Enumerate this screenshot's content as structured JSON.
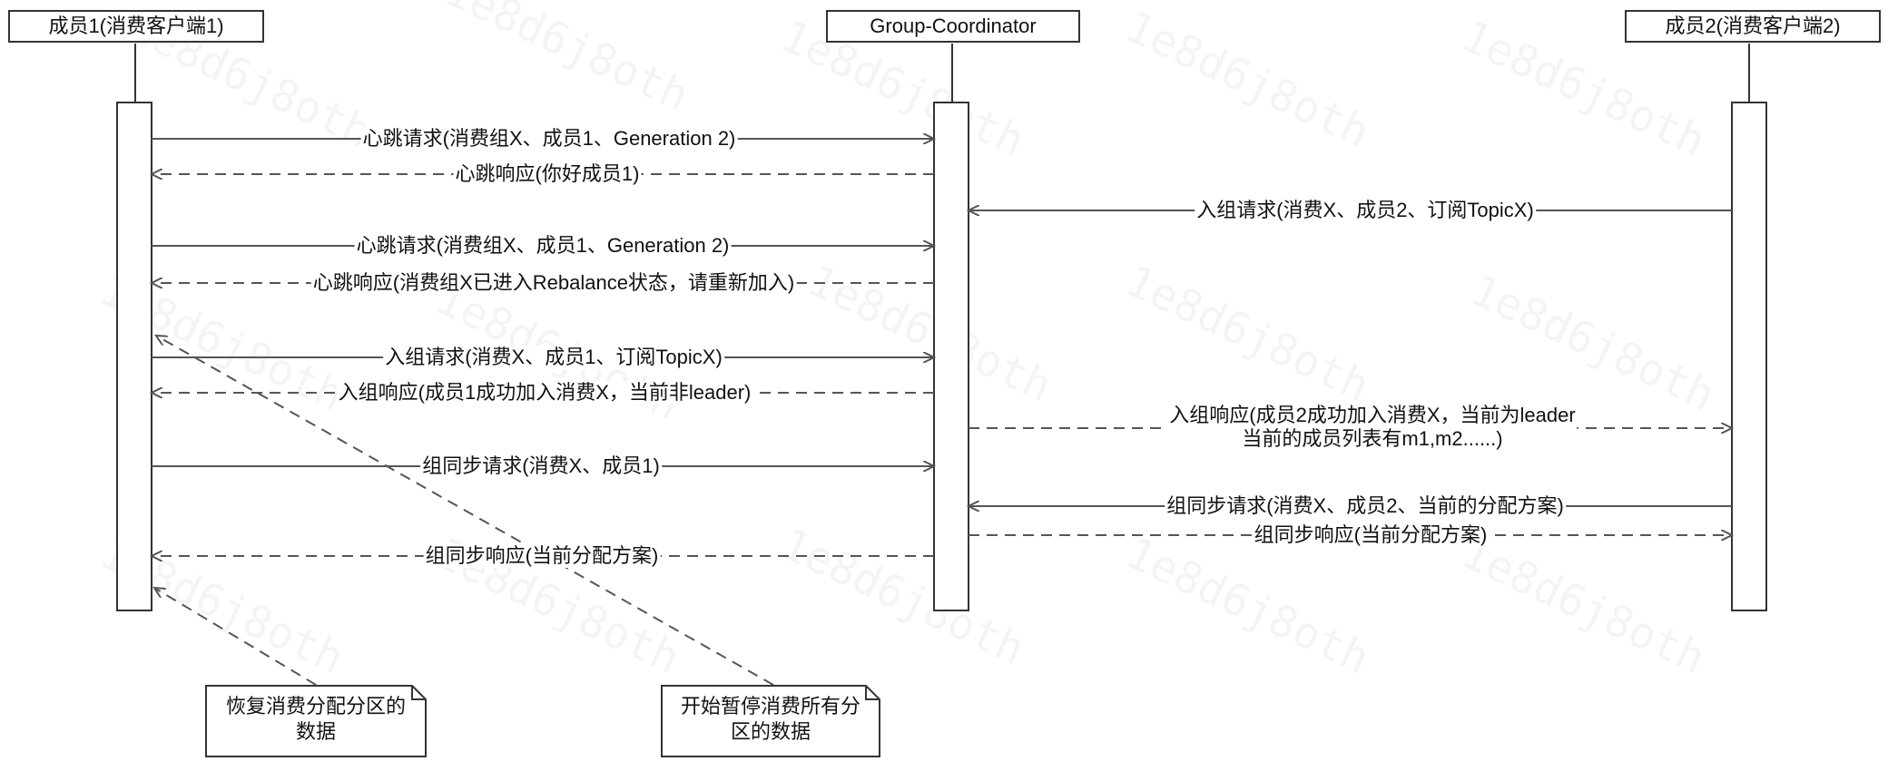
{
  "participants": {
    "member1": "成员1(消费客户端1)",
    "coordinator": "Group-Coordinator",
    "member2": "成员2(消费客户端2)"
  },
  "messages": {
    "m1": "心跳请求(消费组X、成员1、Generation 2)",
    "m2": "心跳响应(你好成员1)",
    "m3": "入组请求(消费X、成员2、订阅TopicX)",
    "m4": "心跳请求(消费组X、成员1、Generation 2)",
    "m5": "心跳响应(消费组X已进入Rebalance状态，请重新加入)",
    "m6": "入组请求(消费X、成员1、订阅TopicX)",
    "m7": "入组响应(成员1成功加入消费X，当前非leader)",
    "m8_line1": "入组响应(成员2成功加入消费X，当前为leader",
    "m8_line2": "当前的成员列表有m1,m2......)",
    "m9": "组同步请求(消费X、成员1)",
    "m10": "组同步请求(消费X、成员2、当前的分配方案)",
    "m11": "组同步响应(当前分配方案)",
    "m12": "组同步响应(当前分配方案)"
  },
  "notes": {
    "restore_line1": "恢复消费分配分区的",
    "restore_line2": "数据",
    "pause_line1": "开始暂停消费所有分",
    "pause_line2": "区的数据"
  },
  "watermark": "1e8d6j8oth"
}
